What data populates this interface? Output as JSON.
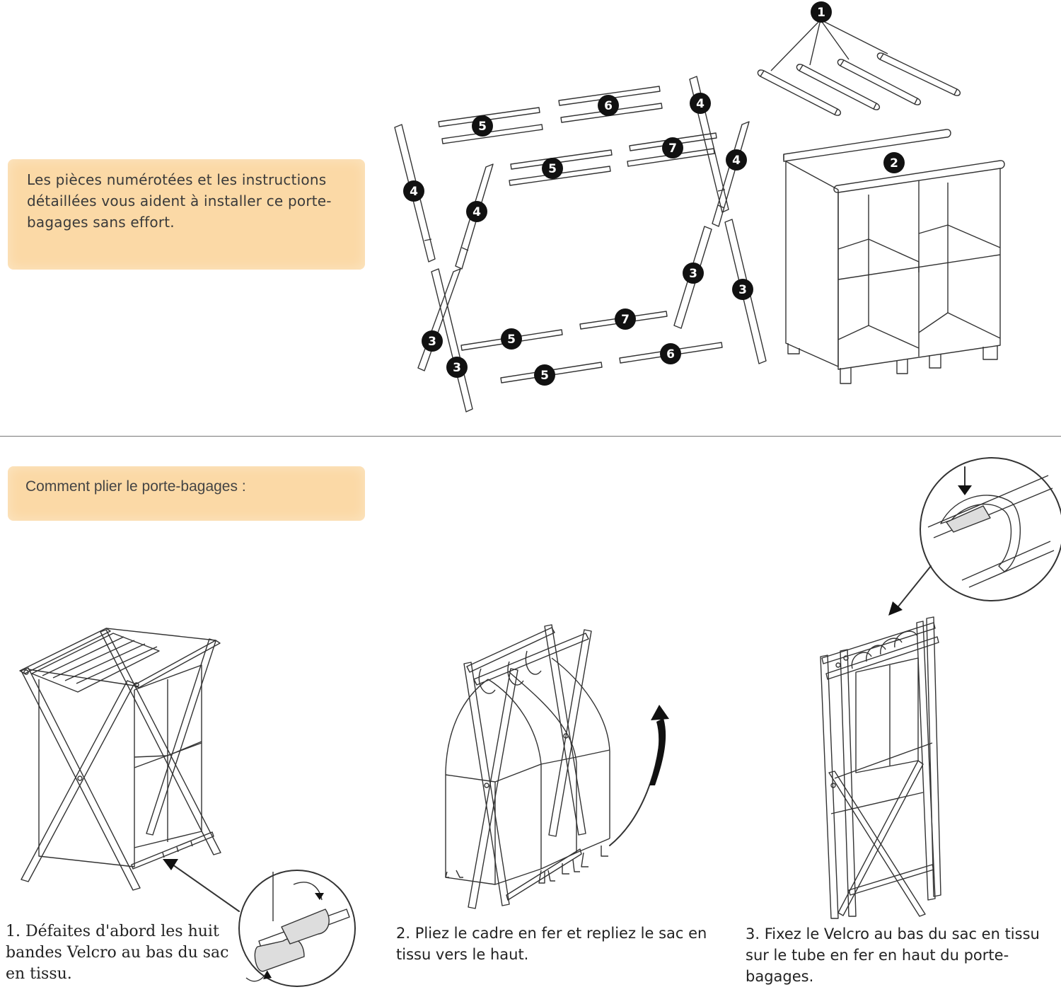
{
  "top_note": {
    "text": "Les pièces numérotées et les instructions détaillées vous aident à installer ce porte-bagages sans effort."
  },
  "bottom_note": {
    "text": "Comment plier le porte-bagages :"
  },
  "parts": {
    "labels": [
      "1",
      "2",
      "3",
      "4",
      "5",
      "6",
      "7"
    ]
  },
  "steps": [
    {
      "text": "1. Défaites d'abord les huit bandes Velcro au bas du sac en tissu."
    },
    {
      "text": "2. Pliez le cadre en fer et repliez le sac en tissu vers le haut."
    },
    {
      "text": "3. Fixez le Velcro au bas du sac en tissu sur le tube en fer en haut du porte-bagages."
    }
  ],
  "colors": {
    "note_background": "#fbd9a6",
    "line": "#333333",
    "badge": "#111111"
  }
}
